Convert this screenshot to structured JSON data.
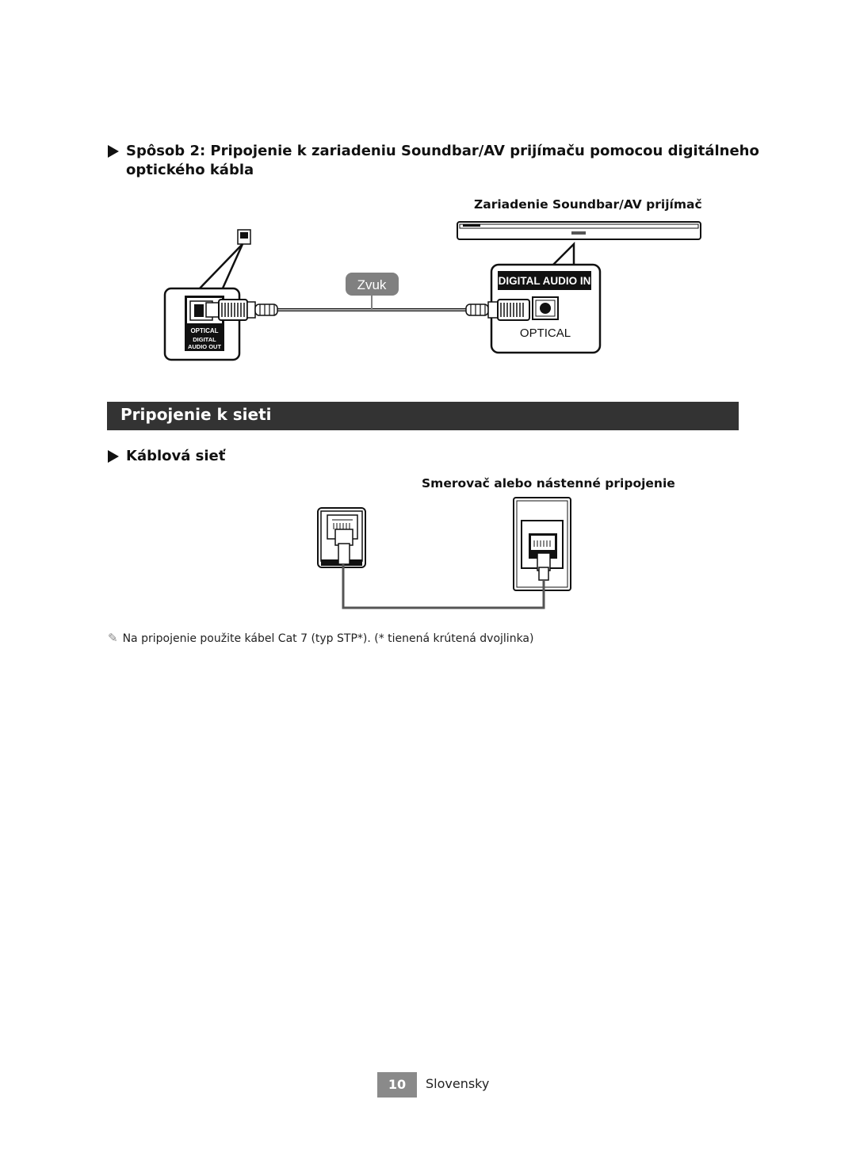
{
  "method2": {
    "heading_line1": "Spôsob 2: Pripojenie k zariadeniu Soundbar/AV prijímaču pomocou digitálneho",
    "heading_line2": "optického kábla",
    "device_caption": "Zariadenie Soundbar/AV prijímač",
    "cable_label": "Zvuk",
    "tv_port_label_1": "OPTICAL",
    "tv_port_label_2": "DIGITAL",
    "tv_port_label_3": "AUDIO OUT",
    "av_port_header": "DIGITAL AUDIO IN",
    "av_port_label": "OPTICAL"
  },
  "network_section": {
    "title": "Pripojenie k sieti",
    "subheading": "Káblová sieť",
    "router_caption": "Smerovač alebo nástenné pripojenie",
    "note_icon": "pencil-icon",
    "note_text": "Na pripojenie použite kábel Cat 7 (typ STP*). (* tienená krútená dvojlinka)"
  },
  "footer": {
    "page_number": "10",
    "language": "Slovensky"
  },
  "colors": {
    "section_bar": "#333333",
    "cable_badge": "#808080",
    "page_badge": "#8a8a8a"
  }
}
